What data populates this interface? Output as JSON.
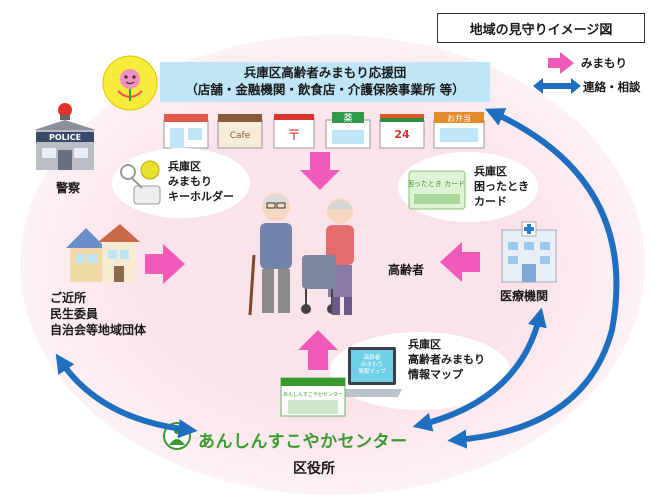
{
  "title": "地域の見守りイメージ図",
  "legend": {
    "watch_label": "みまもり",
    "contact_label": "連絡・相談"
  },
  "support_group": {
    "line1": "兵庫区高齢者みまもり応援団",
    "line2": "（店舗・金融機関・飲食店・介護保険事業所 等）"
  },
  "shops": [
    {
      "icon": "shop-icon",
      "label": "",
      "color": "#e25a4a"
    },
    {
      "icon": "cafe-icon",
      "label": "Cafe",
      "color": "#8a5a3a"
    },
    {
      "icon": "post-office-icon",
      "label": "〒",
      "color": "#d9332b"
    },
    {
      "icon": "pharmacy-icon",
      "label": "薬",
      "color": "#2f9a4a"
    },
    {
      "icon": "convenience-store-icon",
      "label": "24",
      "color": "#2f8f3f"
    },
    {
      "icon": "lunchbox-shop-icon",
      "label": "お弁当",
      "color": "#e58a2a"
    }
  ],
  "police": {
    "sign": "POLICE",
    "label": "警察"
  },
  "keyholder": {
    "line1": "兵庫区",
    "line2": "みまもり",
    "line3": "キーホルダー"
  },
  "help_card": {
    "line1": "兵庫区",
    "line2": "困ったとき",
    "line3": "カード",
    "card_text": "困ったとき カード"
  },
  "elderly_label": "高齢者",
  "neighbors": {
    "line1": "ご近所",
    "line2": "民生委員",
    "line3": "自治会等地域団体"
  },
  "medical_label": "医療機関",
  "map_info": {
    "line1": "兵庫区",
    "line2": "高齢者みまもり",
    "line3": "情報マップ",
    "screen1": "高齢者",
    "screen2": "みまもり",
    "screen3": "情報マップ"
  },
  "center_sign": "あんしんすこやかセンター",
  "center": {
    "name": "あんしんすこやかセンター",
    "ward_office": "区役所"
  },
  "colors": {
    "pink_arrow": "#f05ab8",
    "blue_arrow": "#1f6fc0",
    "banner": "#bfe6f8",
    "center_green": "#3a9a2f"
  }
}
